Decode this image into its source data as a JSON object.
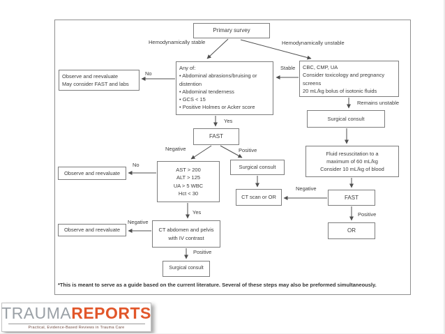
{
  "flowchart": {
    "nodes": {
      "primary_survey": {
        "label": "Primary survey"
      },
      "observe1": {
        "lines": [
          "Observe and reevaluate",
          "May consider FAST and labs"
        ]
      },
      "any_of": {
        "lines": [
          "Any of:",
          "• Abdominal abrasions/bruising or distention",
          "• Abdominal tenderness",
          "• GCS < 15",
          "• Positive Holmes or Acker score"
        ]
      },
      "cbc": {
        "lines": [
          "CBC, CMP, UA",
          "Consider toxicology and pregnancy screens",
          "20 mL/kg bolus of isotonic fluids"
        ]
      },
      "surgical_consult_right": {
        "label": "Surgical consult"
      },
      "fluid_resuscitation": {
        "lines": [
          "Fluid resuscitation to a",
          "maximum of 60 mL/kg",
          "Consider 10 mL/kg of blood"
        ]
      },
      "fast_mid": {
        "label": "FAST"
      },
      "labs": {
        "lines": [
          "AST > 200",
          "ALT > 125",
          "UA > 5 WBC",
          "Hct < 30"
        ]
      },
      "surgical_consult_mid": {
        "label": "Surgical consult"
      },
      "observe2": {
        "label": "Observe and reevaluate"
      },
      "ct_scan_or": {
        "label": "CT scan or OR"
      },
      "fast_right": {
        "label": "FAST"
      },
      "or_box": {
        "label": "OR"
      },
      "ct_abdomen": {
        "lines": [
          "CT abdomen and pelvis",
          "with IV contrast"
        ]
      },
      "observe3": {
        "label": "Observe and reevaluate"
      },
      "surgical_consult_bottom": {
        "label": "Surgical consult"
      }
    },
    "edge_labels": {
      "hemo_stable": "Hemodynamically stable",
      "hemo_unstable": "Hemodynamically unstable",
      "no1": "No",
      "stable": "Stable",
      "remains_unstable": "Remains unstable",
      "yes1": "Yes",
      "negative1": "Negative",
      "positive1": "Positive",
      "no2": "No",
      "yes2": "Yes",
      "negative2": "Negative",
      "positive2": "Positive",
      "negative3": "Negative",
      "positive3": "Positive"
    },
    "footnote": "*This is meant to serve as a guide based on the current literature. Several of these steps may also be preformed simultaneously."
  },
  "logo": {
    "word1": "TRAUMA",
    "word2": "REPORTS",
    "tagline": "Practical, Evidence-Based Reviews in Trauma Care"
  },
  "colors": {
    "accent_orange": "#e1562a",
    "logo_gray": "#9aa0a6",
    "box_border": "#7c7c7c"
  }
}
